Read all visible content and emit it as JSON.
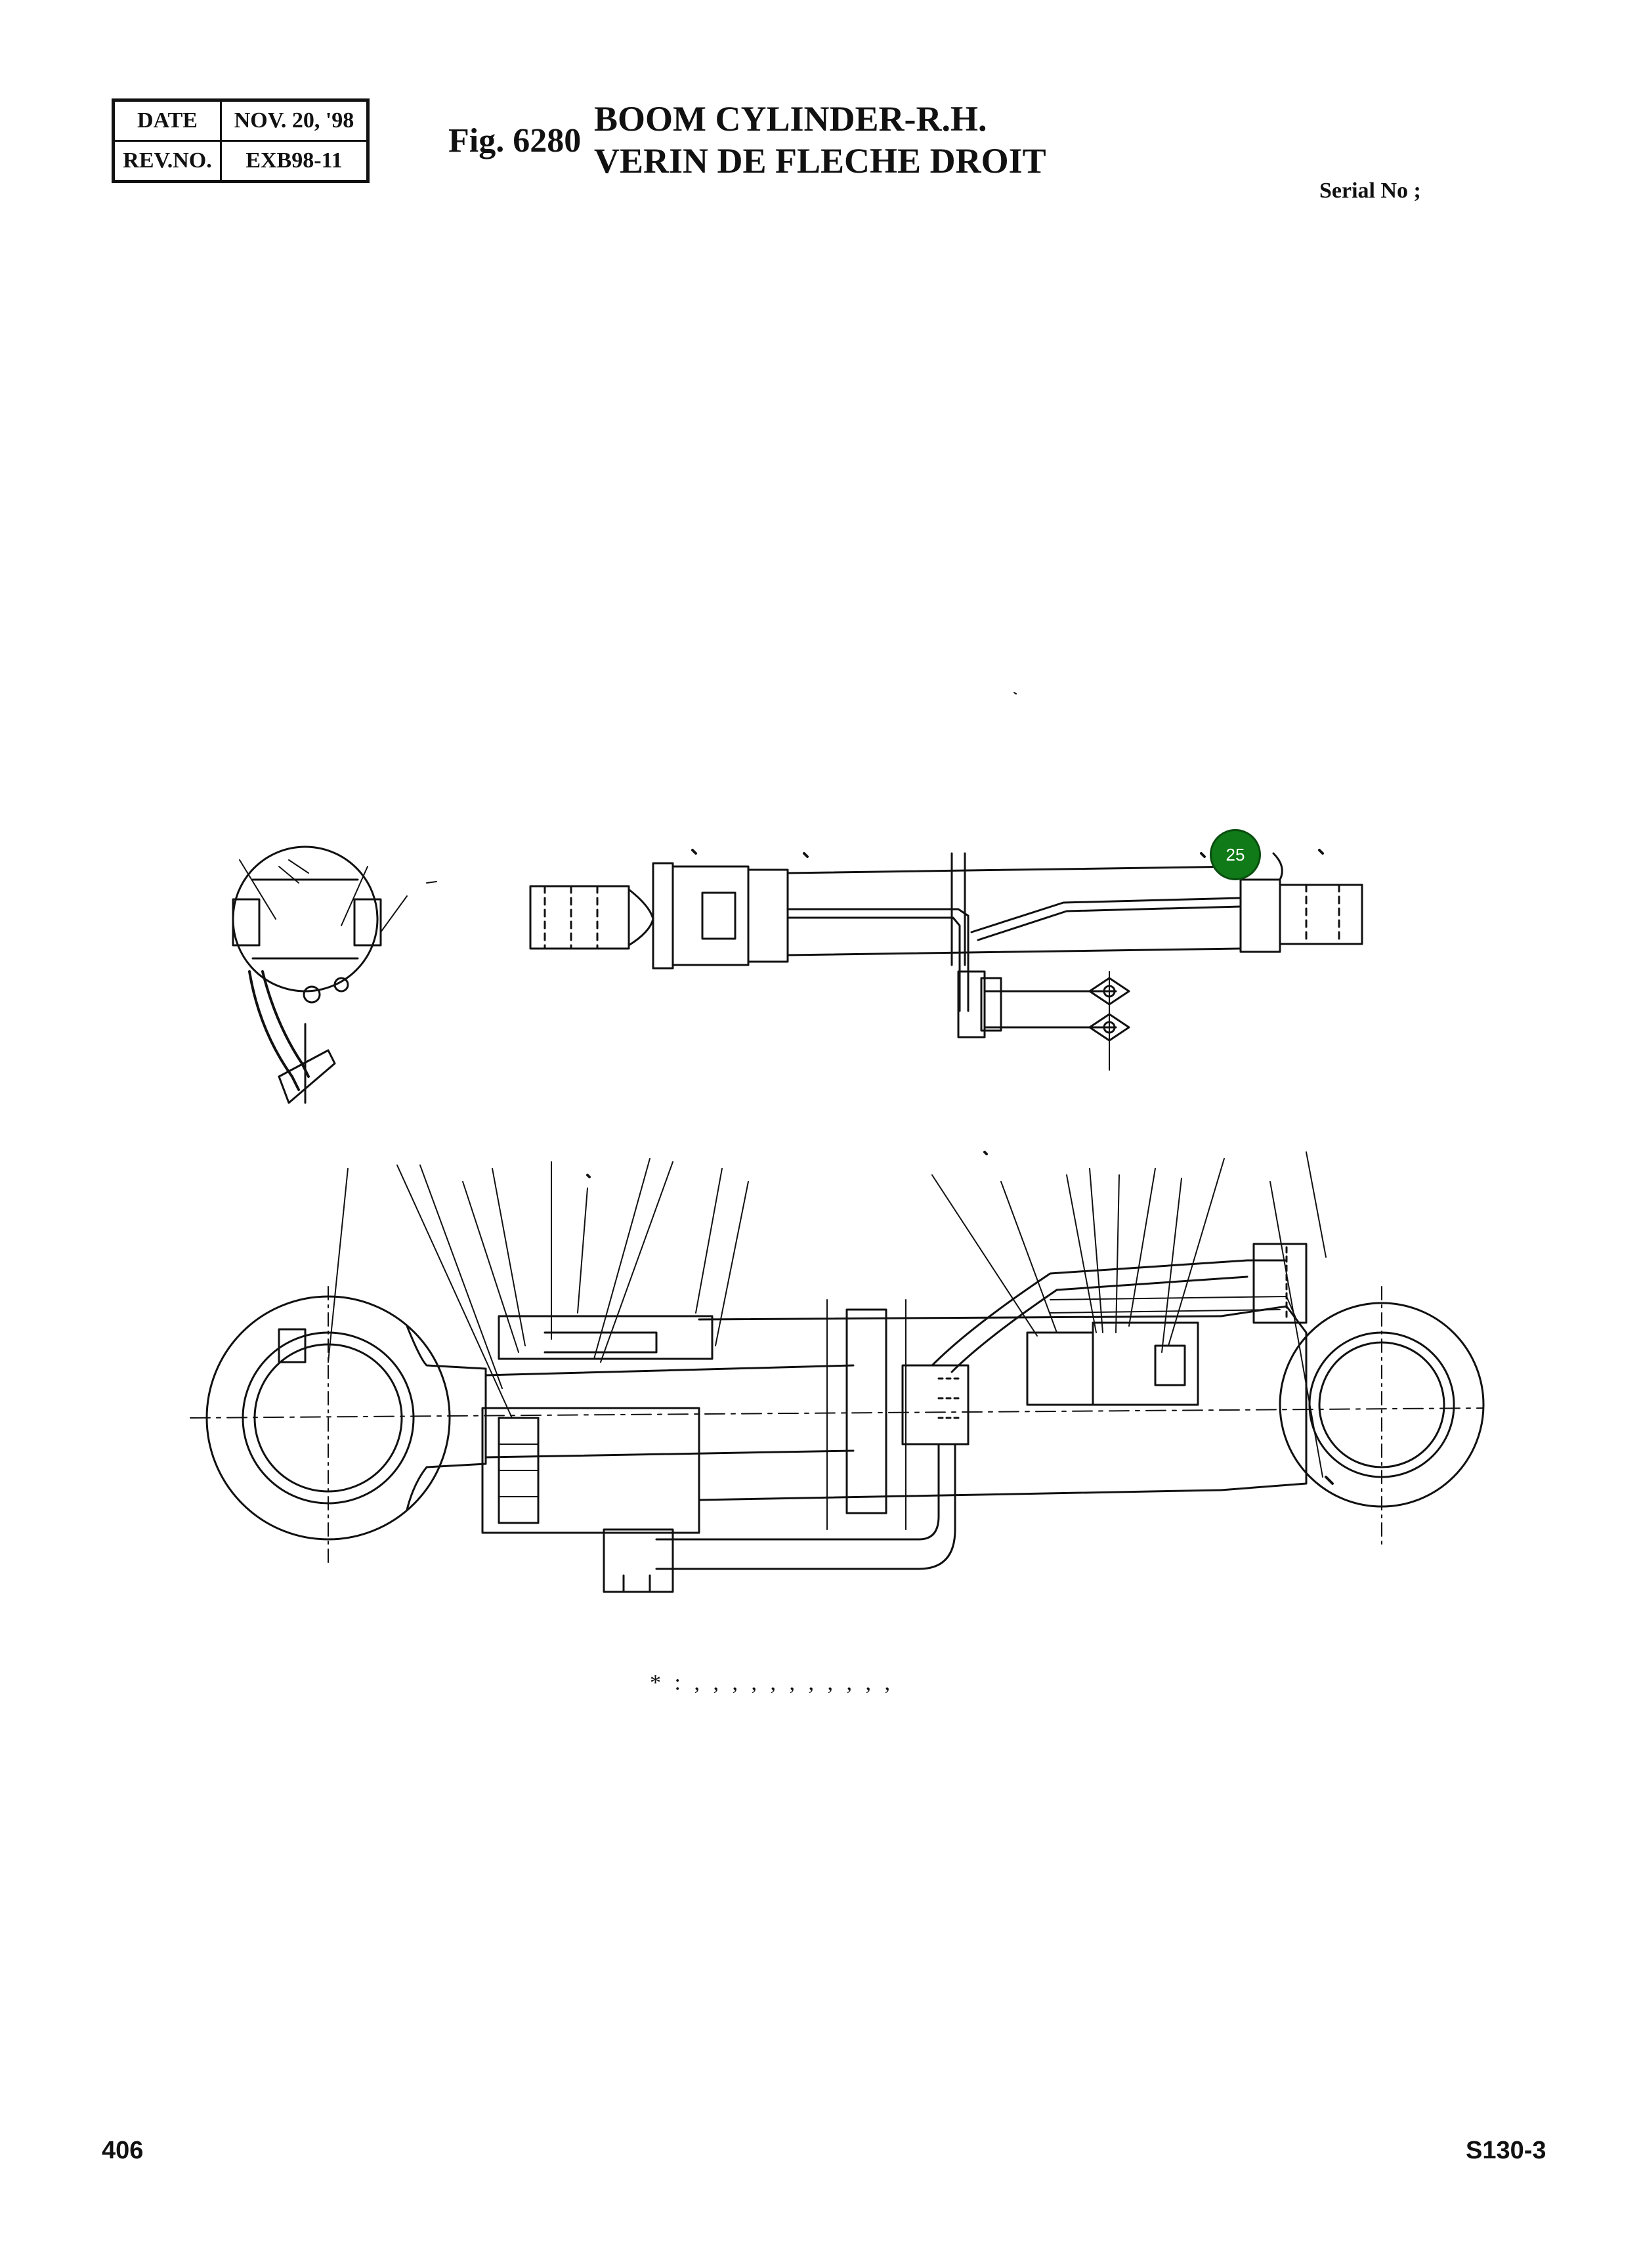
{
  "revision_table": {
    "date_label": "DATE",
    "date_value": "NOV. 20, '98",
    "rev_label": "REV.NO.",
    "rev_value": "EXB98-11"
  },
  "figure": {
    "label": "Fig. 6280",
    "title_en": "BOOM CYLINDER-R.H.",
    "title_fr": "VERIN DE FLECHE DROIT"
  },
  "serial": "Serial No ;",
  "callouts": [
    {
      "label": "25",
      "color": "#0f7a17"
    }
  ],
  "footnote": "* : , , , , ,   ,   ,   ,   ,   ,   ,",
  "footer": {
    "page_number": "406",
    "model": "S130-3"
  }
}
